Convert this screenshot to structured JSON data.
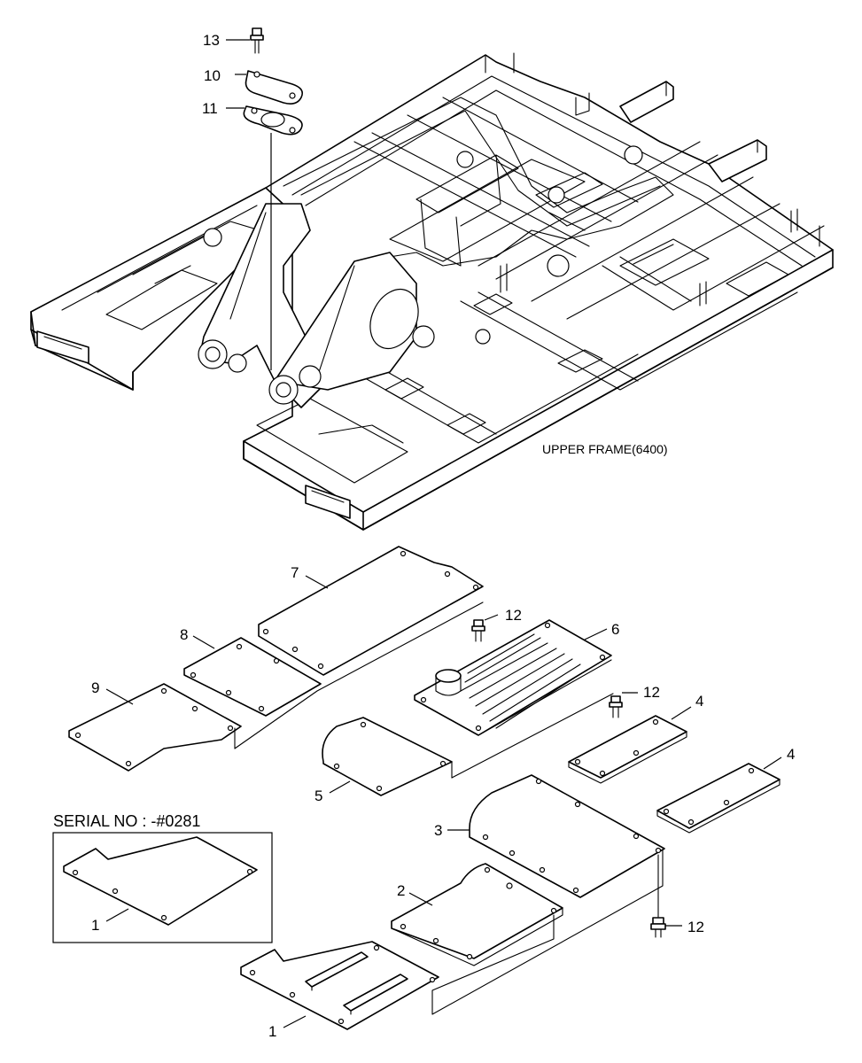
{
  "frame_caption": "UPPER FRAME(6400)",
  "serial_note": "SERIAL NO : -#0281",
  "callouts": {
    "c13": "13",
    "c10": "10",
    "c11": "11",
    "c7": "7",
    "c8": "8",
    "c9": "9",
    "c12a": "12",
    "c6": "6",
    "c12b": "12",
    "c4a": "4",
    "c4b": "4",
    "c5": "5",
    "c3": "3",
    "c2": "2",
    "c12c": "12",
    "c1_inset": "1",
    "c1": "1"
  }
}
